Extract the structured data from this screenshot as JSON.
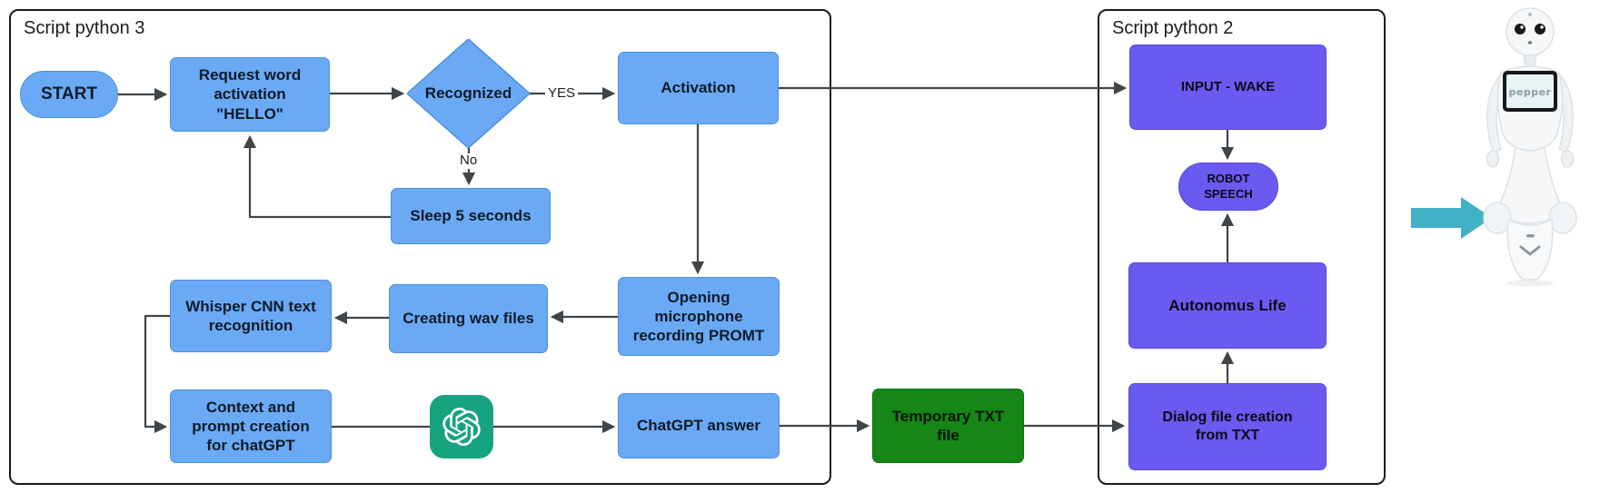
{
  "containers": {
    "script3": {
      "label": "Script python 3"
    },
    "script2": {
      "label": "Script python 2"
    }
  },
  "nodes": {
    "start": {
      "label": "START",
      "type": "terminator"
    },
    "request": {
      "label": [
        "Request word",
        "activation",
        "\"HELLO\""
      ],
      "type": "process"
    },
    "recognized": {
      "label": "Recognized",
      "type": "decision"
    },
    "sleep": {
      "label": "Sleep 5 seconds",
      "type": "process"
    },
    "activation": {
      "label": "Activation",
      "type": "process"
    },
    "opening": {
      "label": [
        "Opening",
        "microphone",
        "recording PROMT"
      ],
      "type": "process"
    },
    "creating": {
      "label": "Creating wav files",
      "type": "process"
    },
    "whisper": {
      "label": [
        "Whisper  CNN text",
        "recognition"
      ],
      "type": "process"
    },
    "context": {
      "label": [
        "Context and",
        "prompt creation",
        "for chatGPT"
      ],
      "type": "process"
    },
    "chatgpt_answer": {
      "label": "ChatGPT answer",
      "type": "process"
    },
    "temp_txt": {
      "label": [
        "Temporary TXT",
        "file"
      ],
      "type": "data-file"
    },
    "input_wake": {
      "label": "INPUT - WAKE",
      "type": "process"
    },
    "robot_speech": {
      "label": [
        "ROBOT",
        "SPEECH"
      ],
      "type": "terminator"
    },
    "autonomus": {
      "label": "Autonomus Life",
      "type": "process"
    },
    "dialog": {
      "label": [
        "Dialog file creation",
        "from TXT"
      ],
      "type": "process"
    }
  },
  "edge_labels": {
    "yes": "YES",
    "no": "No"
  },
  "icons": {
    "chatgpt": "openai-logo",
    "pointer": "teal-right-arrow",
    "robot": "pepper-robot"
  },
  "robot": {
    "tablet_text": "pepper"
  },
  "colors": {
    "node_blue": "#6aa9f4",
    "node_blue_border": "#4a90e2",
    "node_purple": "#6a5af0",
    "node_purple_border": "#5848d8",
    "node_green": "#168616",
    "chatgpt_green": "#16a37f",
    "pointer_teal": "#41b2c6",
    "arrow": "#3f4549",
    "container_border": "#1a1a1a"
  }
}
